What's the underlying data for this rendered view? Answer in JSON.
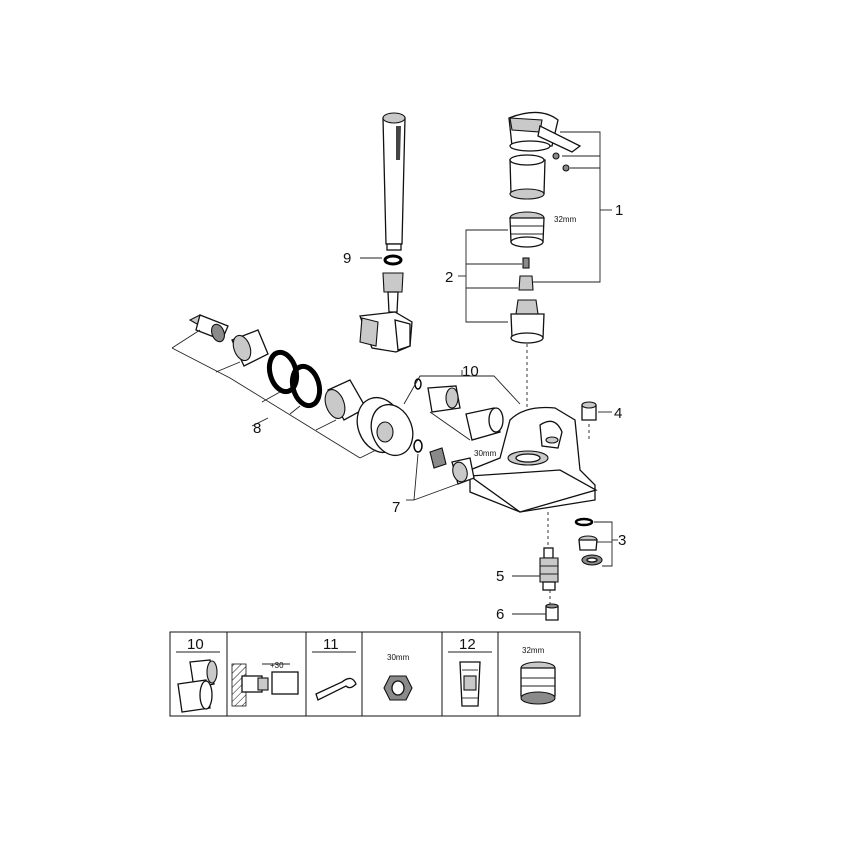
{
  "callouts": {
    "c1": "1",
    "c2": "2",
    "c3": "3",
    "c4": "4",
    "c5": "5",
    "c6": "6",
    "c7": "7",
    "c8": "8",
    "c9": "9",
    "c10": "10"
  },
  "dims": {
    "d32": "32mm",
    "d30": "30mm"
  },
  "table": {
    "col10": "10",
    "plus30": "+30",
    "col11": "11",
    "wrench_size": "30mm",
    "col12": "12",
    "socket_size": "32mm"
  }
}
